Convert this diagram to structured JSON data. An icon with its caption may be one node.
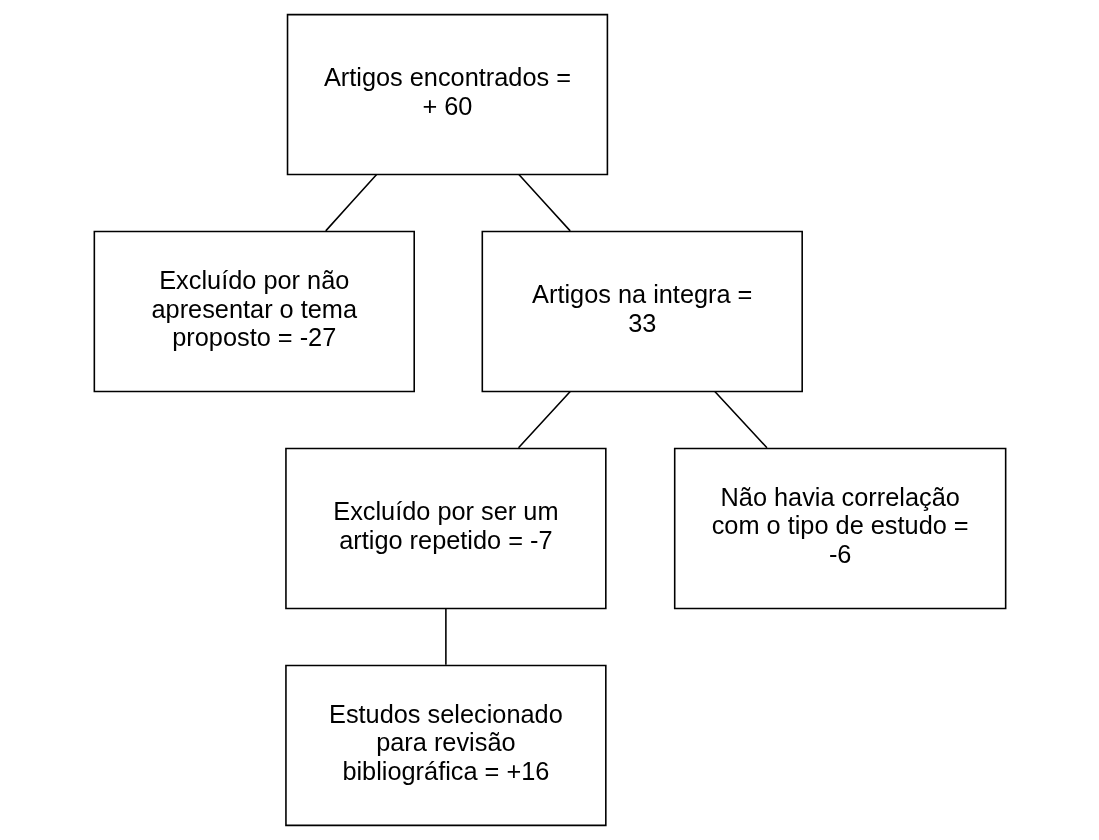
{
  "diagram": {
    "nodes": [
      {
        "text": [
          "Artigos encontrados = + 60"
        ]
      },
      {
        "text": [
          "Excluído por não apresentar o tema proposto = -27"
        ]
      },
      {
        "text": [
          "Artigos na integra = 33"
        ]
      },
      {
        "text": [
          "Excluído por ser um artigo repetido = -7"
        ]
      },
      {
        "text": [
          "Não havia correlação com o tipo de estudo = -6"
        ]
      },
      {
        "text": [
          "Estudos selecionado para revisão bibliográfica = +16"
        ]
      }
    ],
    "edges": [
      {
        "from": 0,
        "to": 1,
        "arrow": "none"
      },
      {
        "from": 0,
        "to": 2,
        "arrow": "none"
      },
      {
        "from": 2,
        "to": 3,
        "arrow": "none"
      },
      {
        "from": 2,
        "to": 4,
        "arrow": "none"
      },
      {
        "from": 3,
        "to": 5,
        "arrow": "none"
      }
    ]
  }
}
